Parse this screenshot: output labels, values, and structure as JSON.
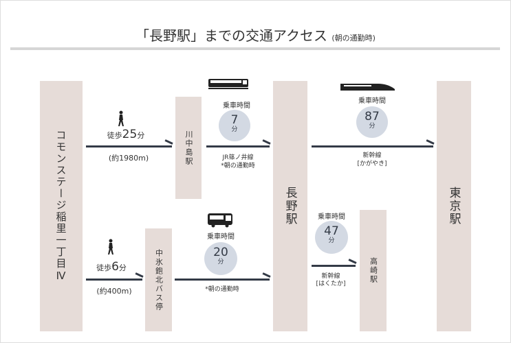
{
  "title": {
    "main": "「長野駅」までの交通アクセス",
    "sub": "(朝の通勤時)"
  },
  "stations": {
    "origin": "コモンステージ稲里一丁目Ⅳ",
    "kawanakajima": "川中島駅",
    "nakahiganna": "中氷鉋北バス停",
    "nagano": "長野駅",
    "takasaki": "高崎駅",
    "tokyo": "東京駅"
  },
  "routes": {
    "walk1": {
      "prefix": "徒歩",
      "minutes": "25",
      "unit": "分",
      "distance": "(約1980m)"
    },
    "walk2": {
      "prefix": "徒歩",
      "minutes": "6",
      "unit": "分",
      "distance": "(約400m)"
    },
    "train": {
      "label": "乗車時間",
      "minutes": "7",
      "unit": "分",
      "line": "JR篠ノ井線",
      "note": "*朝の通勤時"
    },
    "bus": {
      "label": "乗車時間",
      "minutes": "20",
      "unit": "分",
      "note": "*朝の通勤時"
    },
    "kagayaki": {
      "label": "乗車時間",
      "minutes": "87",
      "unit": "分",
      "line": "新幹線",
      "name": "[かがやき]"
    },
    "hakutaka": {
      "label": "乗車時間",
      "minutes": "47",
      "unit": "分",
      "line": "新幹線",
      "name": "[はくたか]"
    }
  },
  "colors": {
    "bar": "#e6dcd8",
    "arrow": "#333a46",
    "circle": "#d3d9e3"
  }
}
